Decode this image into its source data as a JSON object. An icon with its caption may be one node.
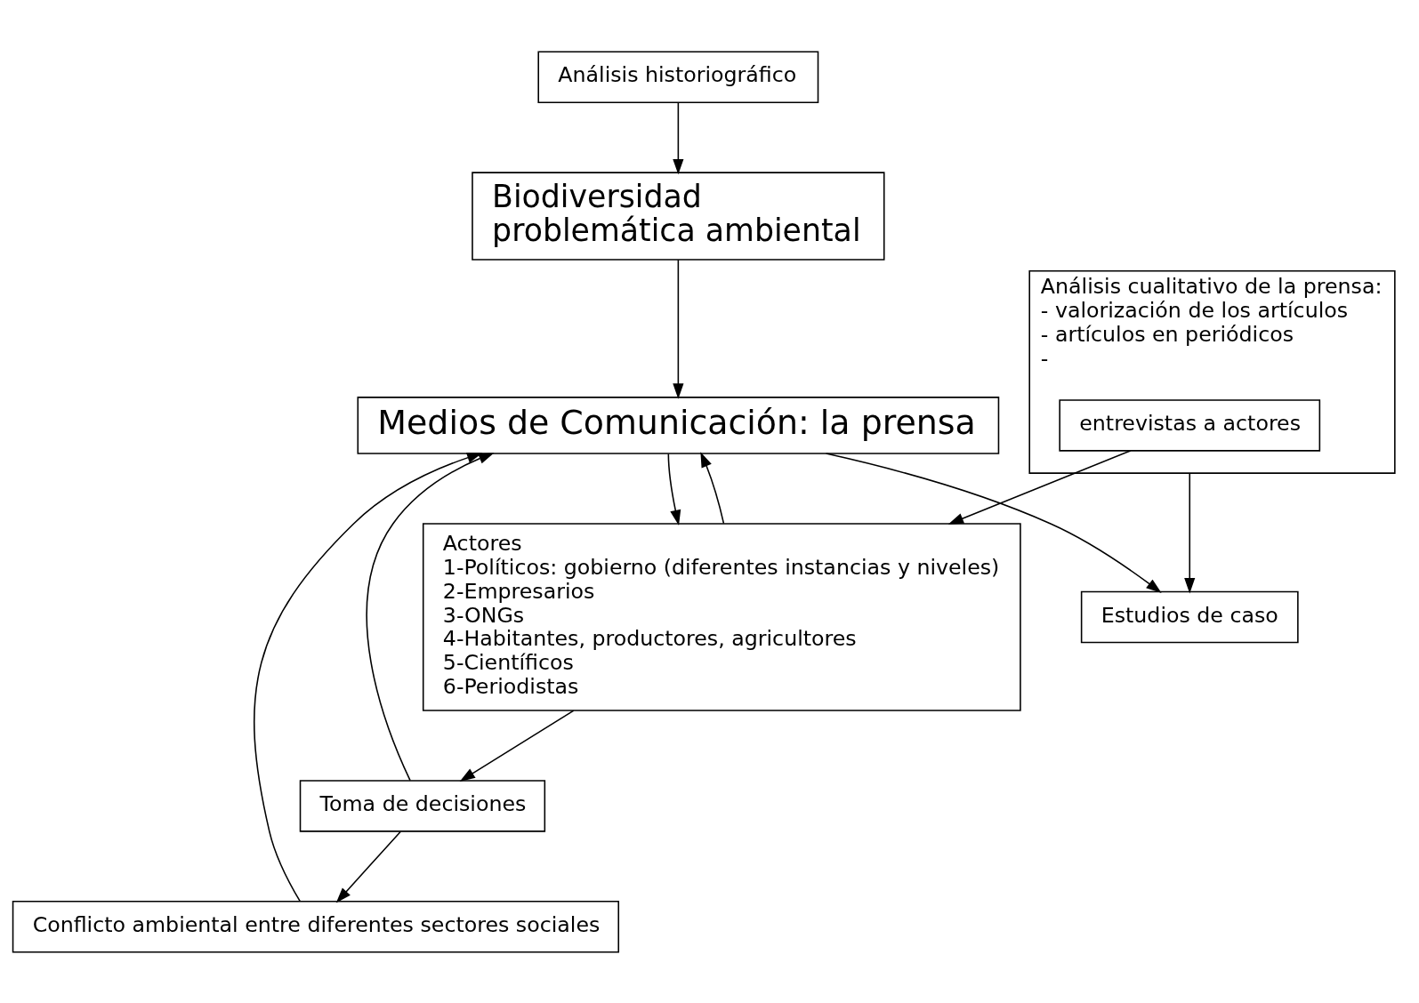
{
  "diagram": {
    "nodes": [
      {
        "text": [
          "Análisis historiográfico"
        ]
      },
      {
        "text": [
          "Biodiversidad",
          "problemática ambiental"
        ]
      },
      {
        "text": [
          "Conflicto ambiental entre diferentes sectores sociales"
        ]
      },
      {
        "text": [
          "Medios de Comunicación: la prensa"
        ]
      },
      {
        "text": [
          "Toma de decisiones"
        ]
      },
      {
        "text": [
          "Estudios de caso"
        ]
      },
      {
        "text": [
          "Actores",
          "1-Políticos: gobierno (diferentes instancias y niveles)",
          "2-Empresarios",
          "3-ONGs",
          "4-Habitantes, productores, agricultores",
          "5-Científicos",
          "6-Periodistas"
        ]
      },
      {
        "text": [
          "Análisis cualitativo de la prensa:",
          "- valorización de los artículos",
          "- artículos en periódicos",
          "-"
        ]
      },
      {
        "text": [
          "entrevistas a actores"
        ],
        "in": 7
      }
    ],
    "edges": [
      {
        "from": 0,
        "to": 1,
        "arrow": "to"
      },
      {
        "from": 1,
        "to": 3,
        "arrow": "to"
      },
      {
        "from": 2,
        "to": 3,
        "arrow": "to"
      },
      {
        "from": 4,
        "to": 3,
        "arrow": "to"
      },
      {
        "from": 4,
        "to": 2,
        "arrow": "to"
      },
      {
        "from": 6,
        "to": 4,
        "arrow": "to"
      },
      {
        "from": 3,
        "to": 5,
        "arrow": "to"
      },
      {
        "from": 3,
        "to": 6,
        "arrow": "to"
      },
      {
        "from": 6,
        "to": 3,
        "arrow": "to"
      },
      {
        "from": 7,
        "to": 5,
        "arrow": "to"
      },
      {
        "from": 8,
        "to": 6,
        "arrow": "to"
      }
    ]
  }
}
